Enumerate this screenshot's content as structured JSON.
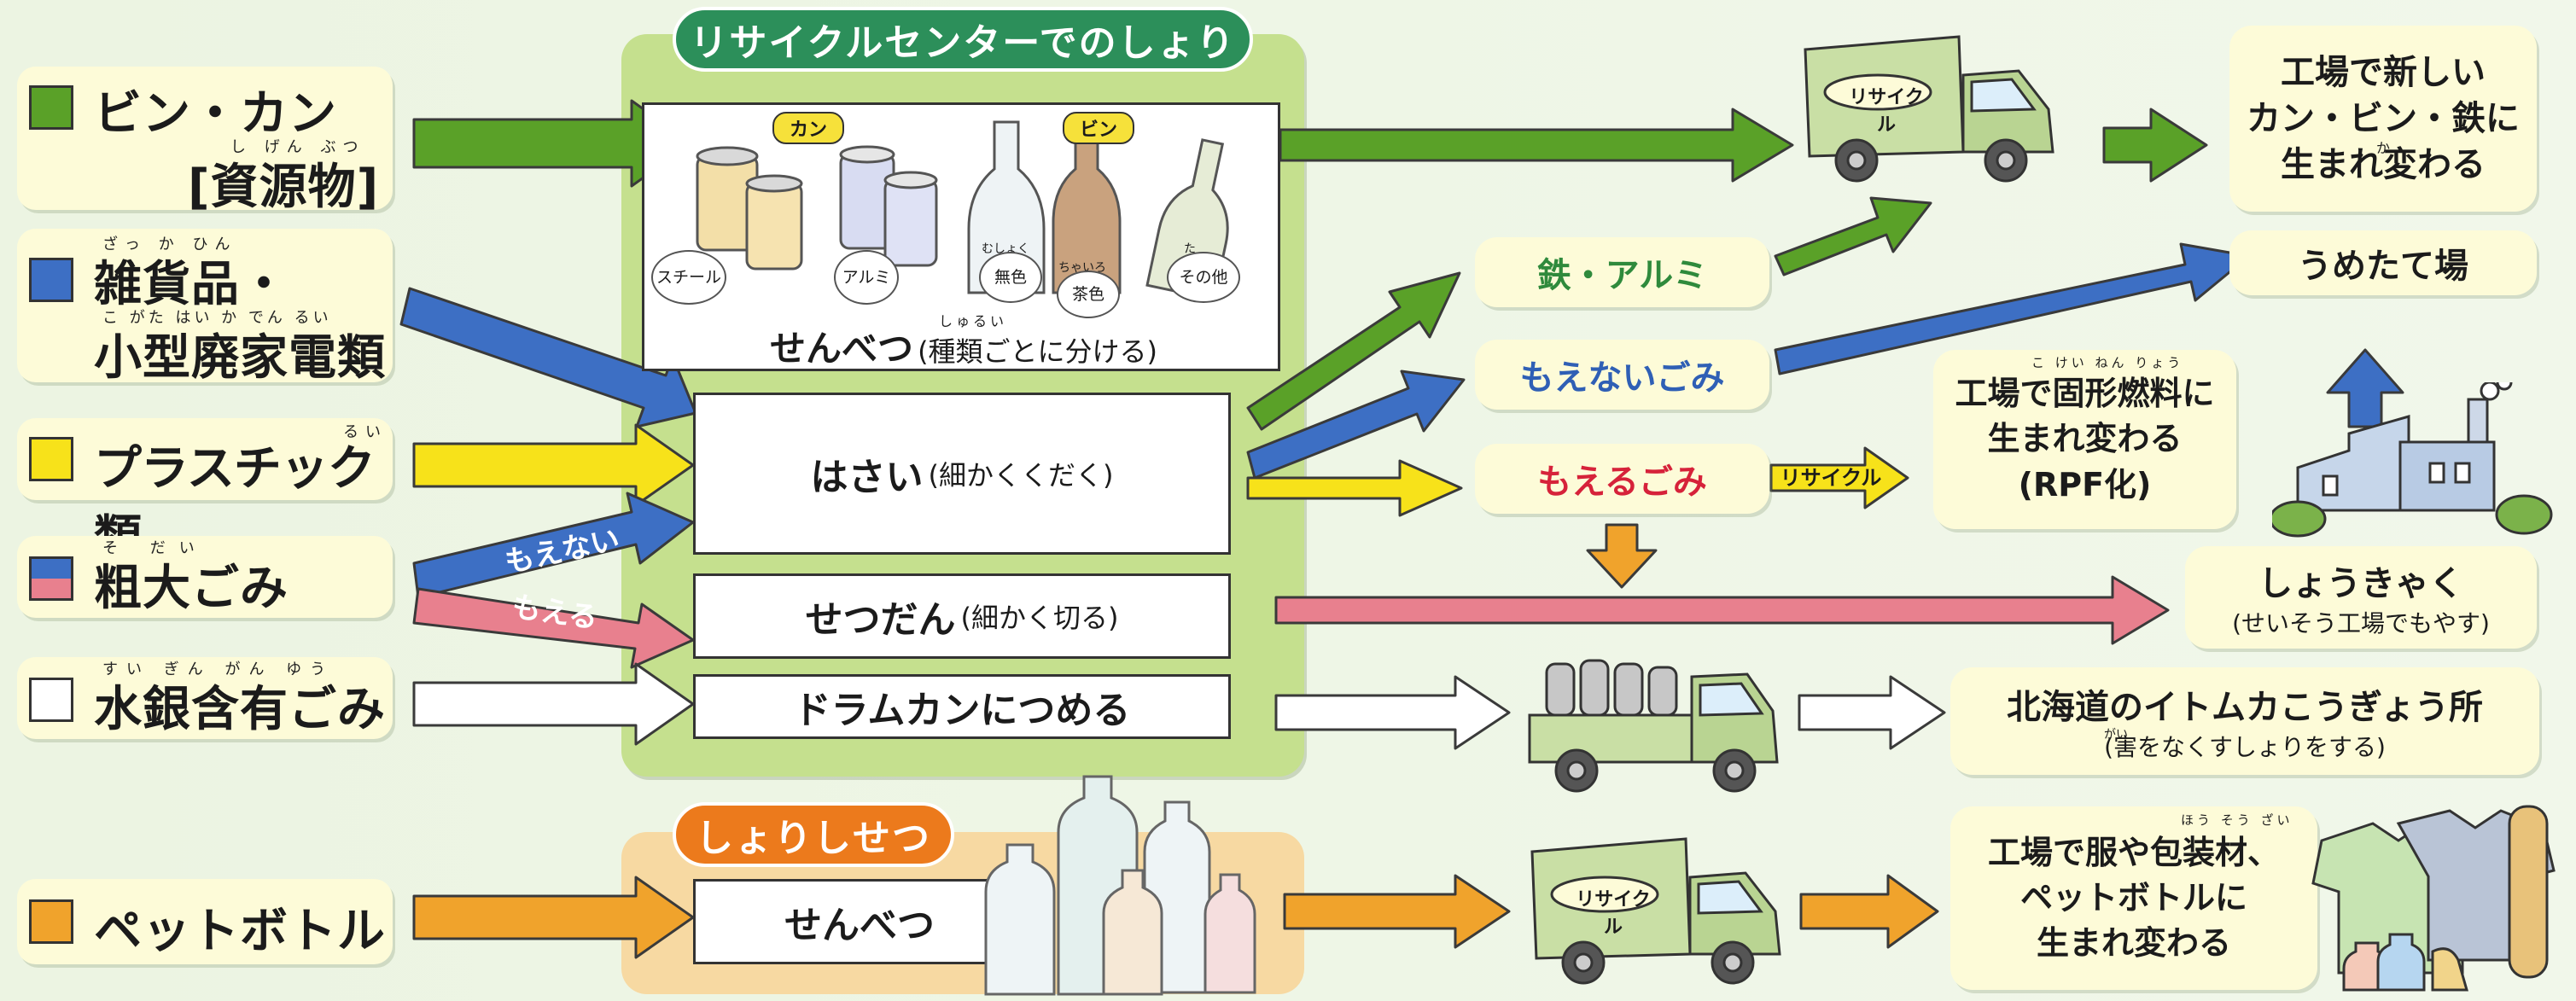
{
  "categories": {
    "bin_kan": {
      "label": "ビン・カン",
      "sub": "[資源物]",
      "furigana": "し げん ぶつ",
      "color": "#5aa128"
    },
    "zakka": {
      "label1": "雑貨品・",
      "label2": "小型廃家電類",
      "furigana1": "ざっ か ひん",
      "furigana2": "こ がた はい か でん るい",
      "color": "#3d6fc4"
    },
    "plastic": {
      "label": "プラスチック類",
      "furigana": "るい",
      "color": "#f7e21a"
    },
    "sodai": {
      "label": "粗大ごみ",
      "furigana": "そ だい",
      "color_top": "#3d6fc4",
      "color_bottom": "#e8808e"
    },
    "suigin": {
      "label": "水銀含有ごみ",
      "furigana": "すい ぎん がん ゆう",
      "color": "#ffffff"
    },
    "pet": {
      "label": "ペットボトル",
      "color": "#f0a32c"
    }
  },
  "center": {
    "title": "リサイクルセンターでのしょり",
    "title_color": "#2c8f5a",
    "panel_color": "#c5e08e",
    "sorting": {
      "main": "せんべつ",
      "paren": "(種類ごとに分ける)",
      "furigana": "しゅるい"
    },
    "kan_tag": "カン",
    "bin_tag": "ビン",
    "can_labels": [
      "スチール",
      "アルミ"
    ],
    "bottle_labels": [
      "無色",
      "茶色",
      "その他"
    ],
    "bottle_furigana": [
      "むしょく",
      "ちゃいろ",
      "た"
    ],
    "crush": {
      "main": "はさい",
      "paren": "(細かくくだく)"
    },
    "cut": {
      "main": "せつだん",
      "paren": "(細かく切る)"
    },
    "drum": {
      "main": "ドラムカンにつめる"
    }
  },
  "sodai_arrows": {
    "moenai": "もえない",
    "moeru": "もえる"
  },
  "pet_facility": {
    "title": "しょりしせつ",
    "title_color": "#ec7a1c",
    "sorting": "せんべつ"
  },
  "middle": {
    "tetsu": "鉄・アルミ",
    "moenai": "もえないごみ",
    "moeru": "もえるごみ",
    "recycle_tag": "リサイクル"
  },
  "truck_label": "リサイクル",
  "results": {
    "new_products": [
      "工場で新しい",
      "カン・ビン・鉄に",
      "生まれ変わる"
    ],
    "new_products_furigana": "か",
    "landfill": "うめたて場",
    "rpf": [
      "工場で固形燃料に",
      "生まれ変わる",
      "(RPF化)"
    ],
    "rpf_furigana": "こ けい ねん りょう",
    "burn": "しょうきゃく",
    "burn_sub": "(せいそう工場でもやす)",
    "hokkaido": "北海道のイトムカこうぎょう所",
    "hokkaido_sub": "(害をなくすしょりをする)",
    "hokkaido_furigana": "がい",
    "pet_result": [
      "工場で服や包装材、",
      "ペットボトルに",
      "生まれ変わる"
    ],
    "pet_result_furigana": "ほう そう ざい"
  }
}
